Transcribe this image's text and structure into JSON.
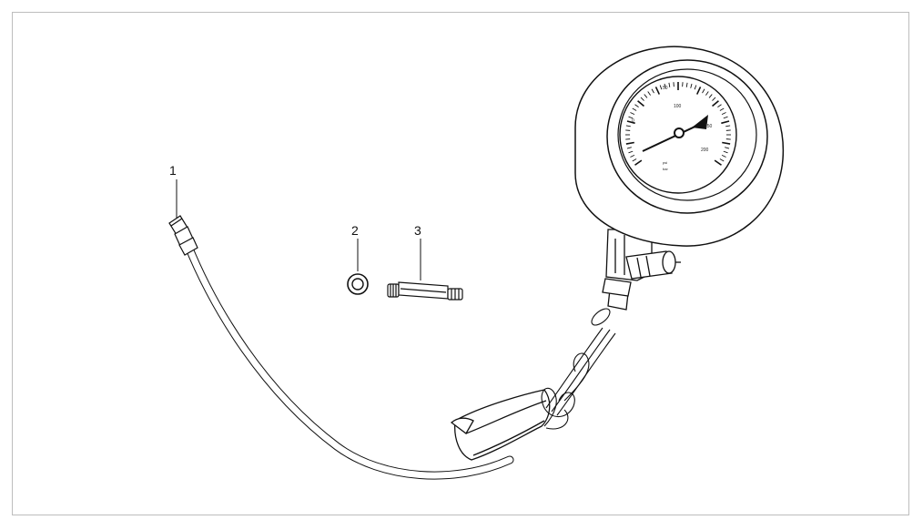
{
  "callouts": {
    "part1": "1",
    "part2": "2",
    "part3": "3"
  },
  "gauge": {
    "scale_labels": [
      "0",
      "50",
      "100",
      "150",
      "200"
    ],
    "unit_label_1": "psi",
    "unit_label_2": "bar"
  },
  "colors": {
    "line": "#111111",
    "frame": "#bdbdbd",
    "background": "#ffffff"
  }
}
